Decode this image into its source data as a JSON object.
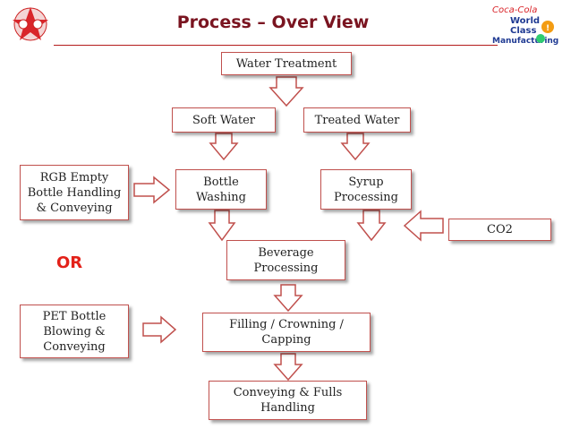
{
  "title": "Process – Over View",
  "boxes": {
    "water_treatment": "Water Treatment",
    "soft_water": "Soft Water",
    "treated_water": "Treated Water",
    "rgb_empty": "RGB Empty\nBottle Handling\n& Conveying",
    "bottle_washing": "Bottle\nWashing",
    "syrup_processing": "Syrup\nProcessing",
    "co2": "CO2",
    "beverage_processing": "Beverage\nProcessing",
    "pet_bottle": "PET Bottle\nBlowing &\nConveying",
    "filling": "Filling / Crowning /\nCapping",
    "conveying_fulls": "Conveying & Fulls\nHandling"
  },
  "or_label": "OR",
  "logos": {
    "left": "logo",
    "right": {
      "brand": "Coca-Cola",
      "line1": "World",
      "line2": "Class",
      "line3": "Manufacturing"
    }
  },
  "colors": {
    "title": "#7a1420",
    "box_border": "#c0504d",
    "or_label": "#e32119"
  }
}
